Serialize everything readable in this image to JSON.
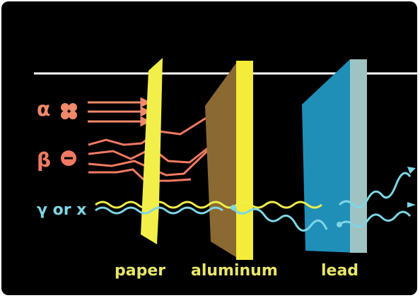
{
  "diagram": {
    "radiation_labels": {
      "alpha": "α",
      "beta": "β",
      "gamma_x": "γ or x"
    },
    "barrier_labels": {
      "paper": "paper",
      "aluminum": "aluminum",
      "lead": "lead"
    },
    "colors": {
      "background": "#000000",
      "frame": "#ffffff",
      "paper": "#f2ef4a",
      "aluminum_shadow": "#8a6a32",
      "aluminum_face": "#f4ec3a",
      "lead_face": "#1f8fb8",
      "lead_edge": "#9fc3c3",
      "alpha": "#f08a6a",
      "beta": "#f07a62",
      "gamma_a": "#f2ef4a",
      "gamma_b": "#7fd6e6",
      "label_text": "#e9e66a"
    },
    "icons": {
      "alpha_particle": "helium-nucleus-icon",
      "beta_particle": "electron-icon"
    }
  }
}
